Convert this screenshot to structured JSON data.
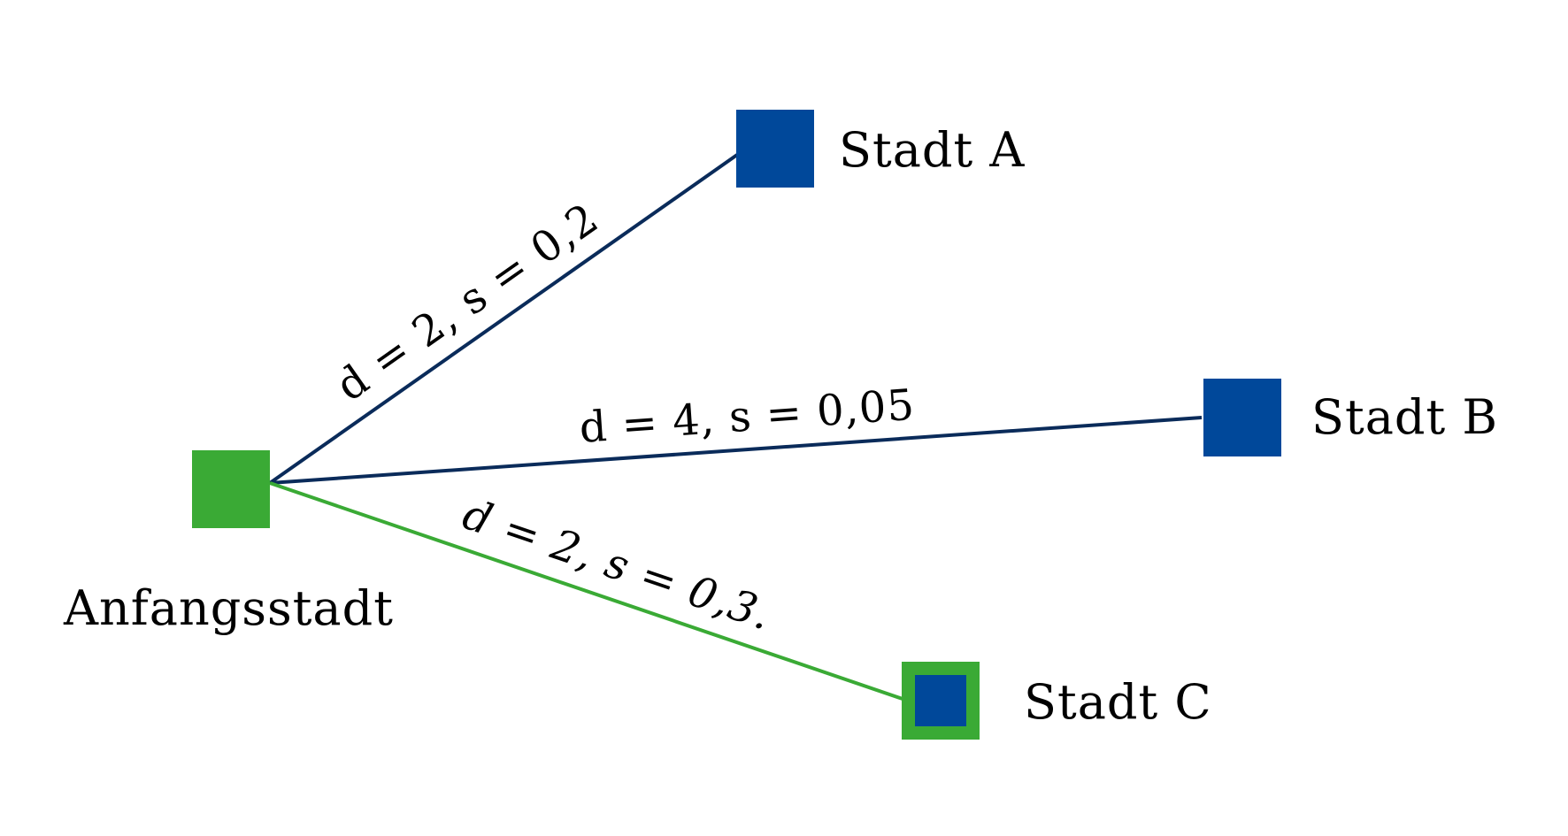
{
  "colors": {
    "start_node": "#3aaa35",
    "city_node": "#00489a",
    "edge_blue": "#0a2b5a",
    "edge_green": "#3aaa35",
    "text": "#000000",
    "background": "#ffffff"
  },
  "nodes": {
    "start": {
      "label": "Anfangsstadt"
    },
    "a": {
      "label": "Stadt A"
    },
    "b": {
      "label": "Stadt B"
    },
    "c": {
      "label": "Stadt C",
      "highlighted": true
    }
  },
  "edges": {
    "to_a": {
      "label": "d = 2, s = 0,2"
    },
    "to_b": {
      "label": "d = 4, s = 0,05"
    },
    "to_c": {
      "label": "d = 2, s = 0,3."
    }
  }
}
